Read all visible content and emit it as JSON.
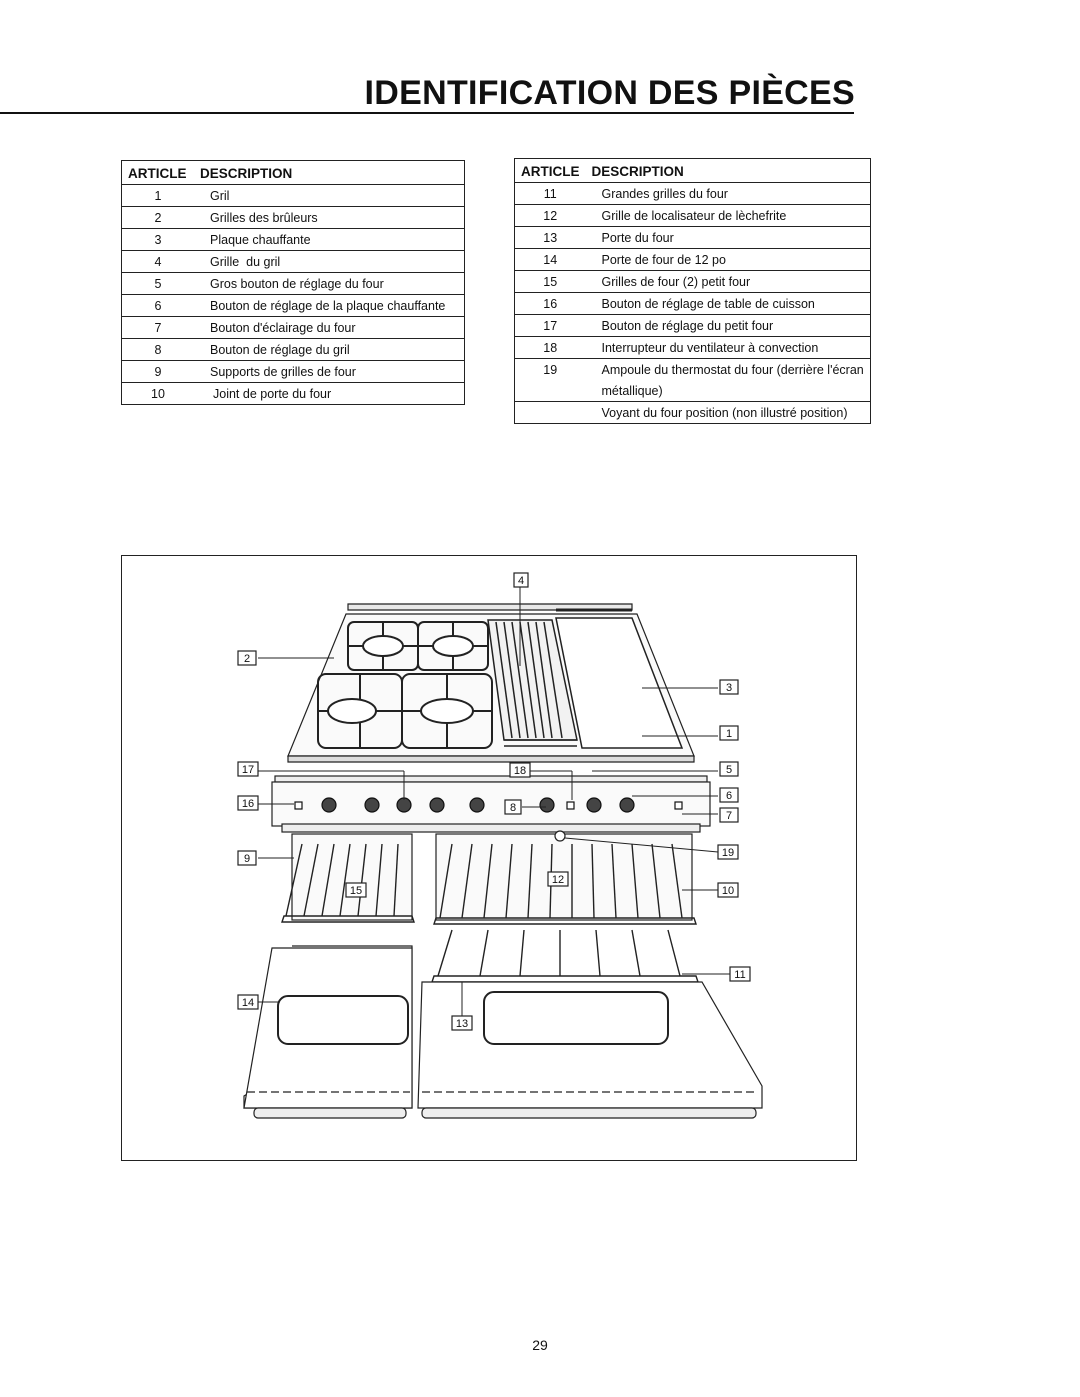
{
  "page": {
    "title": "IDENTIFICATION DES PIÈCES",
    "page_number": "29"
  },
  "table_left": {
    "header": {
      "article": "ARTICLE",
      "description": "DESCRIPTION"
    },
    "rows": [
      {
        "num": "1",
        "desc": "Gril"
      },
      {
        "num": "2",
        "desc": "Grilles des brûleurs"
      },
      {
        "num": "3",
        "desc": "Plaque chauffante"
      },
      {
        "num": "4",
        "desc": "Grille  du gril"
      },
      {
        "num": "5",
        "desc": "Gros bouton de réglage du four"
      },
      {
        "num": "6",
        "desc": "Bouton de réglage de la plaque chauffante"
      },
      {
        "num": "7",
        "desc": "Bouton d'éclairage du four"
      },
      {
        "num": "8",
        "desc": "Bouton de réglage du gril"
      },
      {
        "num": "9",
        "desc": "Supports de grilles de four"
      },
      {
        "num": "10",
        "desc": "Joint de porte du four"
      }
    ]
  },
  "table_right": {
    "header": {
      "article": "ARTICLE",
      "description": "DESCRIPTION"
    },
    "rows": [
      {
        "num": "11",
        "desc": "Grandes grilles du four"
      },
      {
        "num": "12",
        "desc": "Grille de localisateur de lèchefrite"
      },
      {
        "num": "13",
        "desc": "Porte du four"
      },
      {
        "num": "14",
        "desc": "Porte de four de 12 po"
      },
      {
        "num": "15",
        "desc": "Grilles de four (2) petit four"
      },
      {
        "num": "16",
        "desc": "Bouton de réglage de table de cuisson"
      },
      {
        "num": "17",
        "desc": "Bouton de réglage du petit four"
      },
      {
        "num": "18",
        "desc": "Interrupteur du ventilateur à convection"
      },
      {
        "num": "19",
        "desc": "Ampoule du thermostat du four (derrière l'écran",
        "desc2": "métallique)"
      },
      {
        "num": "",
        "desc": "Voyant du four position (non illustré position)"
      }
    ]
  },
  "figure": {
    "callouts": [
      "1",
      "2",
      "3",
      "4",
      "5",
      "6",
      "7",
      "8",
      "9",
      "10",
      "11",
      "12",
      "13",
      "14",
      "15",
      "16",
      "17",
      "18",
      "19"
    ]
  }
}
